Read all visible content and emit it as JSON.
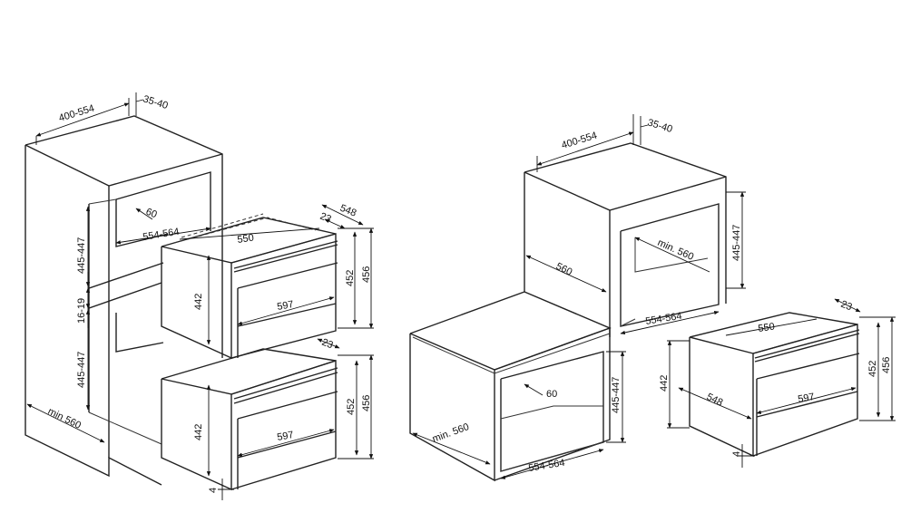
{
  "left_install": {
    "niche": {
      "depth": "400-554",
      "vent": "35-40",
      "height_upper": "445-447",
      "height_lower": "445-447",
      "gap": "16-19",
      "width": "554-564",
      "rear_inset": "60",
      "min_depth": "min 560"
    },
    "upper_appliance": {
      "depth": "548",
      "panel": "23",
      "top_width": "550",
      "front_height": "452",
      "total_height": "456",
      "side_height": "442",
      "front_width": "597"
    },
    "lower_appliance": {
      "panel": "23",
      "front_height": "452",
      "total_height": "456",
      "side_height": "442",
      "front_width": "597",
      "bottom_gap": "4"
    }
  },
  "right_install": {
    "tall_niche": {
      "depth": "400-554",
      "vent": "35-40",
      "height": "445-447",
      "side_depth": "560",
      "min_depth": "min. 560",
      "width": "554-564"
    },
    "base_niche": {
      "min_depth": "min. 560",
      "height": "445-447",
      "rear_inset": "60",
      "width": "554-564"
    },
    "appliance": {
      "panel": "23",
      "top_width": "550",
      "front_height": "452",
      "total_height": "456",
      "side_height": "442",
      "side_depth": "548",
      "front_width": "597",
      "bottom_gap": "4"
    }
  }
}
